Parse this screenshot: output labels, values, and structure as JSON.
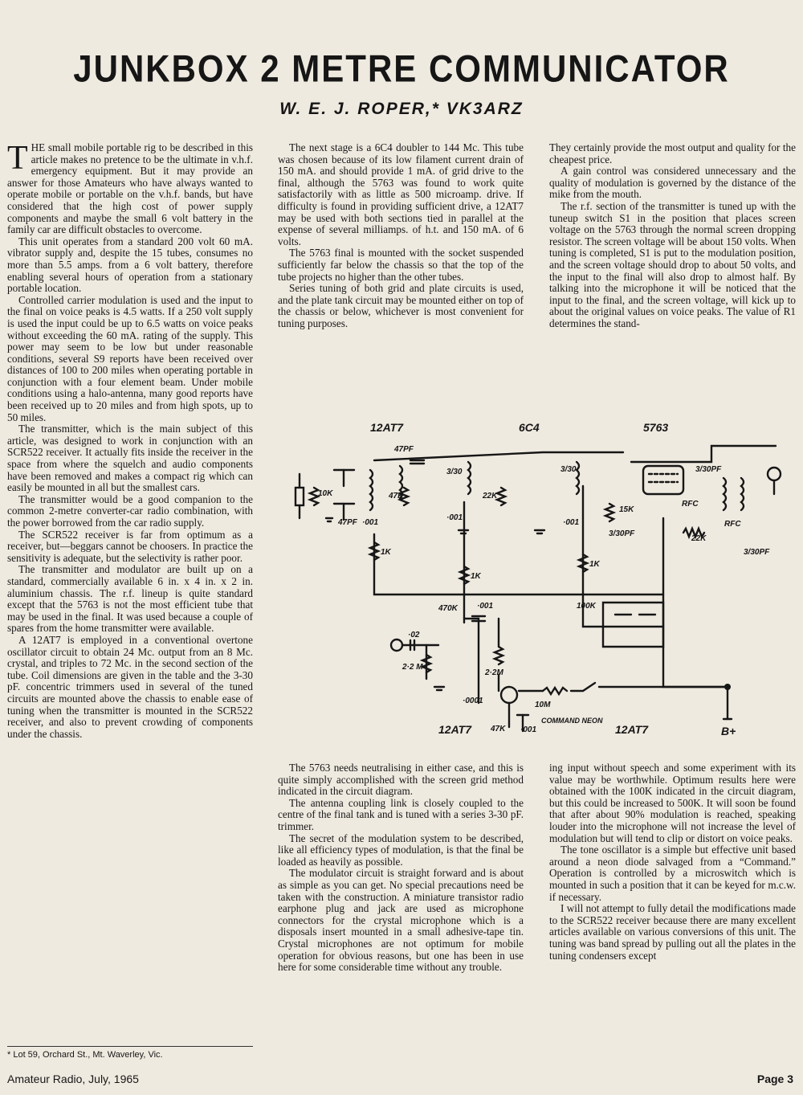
{
  "article": {
    "title": "JUNKBOX 2 METRE COMMUNICATOR",
    "byline": "W. E. J. ROPER,* VK3ARZ",
    "dropcap": "T",
    "col1_paragraphs": [
      "HE small mobile portable rig to be described in this article makes no pretence to be the ultimate in v.h.f. emergency equipment. But it may provide an answer for those Amateurs who have always wanted to operate mobile or portable on the v.h.f. bands, but have considered that the high cost of power supply components and maybe the small 6 volt battery in the family car are difficult obstacles to overcome.",
      "This unit operates from a standard 200 volt 60 mA. vibrator supply and, despite the 15 tubes, consumes no more than 5.5 amps. from a 6 volt battery, therefore enabling several hours of operation from a stationary portable location.",
      "Controlled carrier modulation is used and the input to the final on voice peaks is 4.5 watts. If a 250 volt supply is used the input could be up to 6.5 watts on voice peaks without exceeding the 60 mA. rating of the supply. This power may seem to be low but under reasonable conditions, several S9 reports have been received over distances of 100 to 200 miles when operating portable in conjunction with a four element beam. Under mobile conditions using a halo-antenna, many good reports have been received up to 20 miles and from high spots, up to 50 miles.",
      "The transmitter, which is the main subject of this article, was designed to work in conjunction with an SCR522 receiver. It actually fits inside the receiver in the space from where the squelch and audio components have been removed and makes a compact rig which can easily be mounted in all but the smallest cars.",
      "The transmitter would be a good companion to the common 2-metre converter-car radio combination, with the power borrowed from the car radio supply.",
      "The SCR522 receiver is far from optimum as a receiver, but—beggars cannot be choosers. In practice the sensitivity is adequate, but the selectivity is rather poor.",
      "The transmitter and modulator are built up on a standard, commercially available 6 in. x 4 in. x 2 in. aluminium chassis. The r.f. lineup is quite standard except that the 5763 is not the most efficient tube that may be used in the final. It was used because a couple of spares from the home transmitter were available.",
      "A 12AT7 is employed in a conventional overtone oscillator circuit to obtain 24 Mc. output from an 8 Mc. crystal, and triples to 72 Mc. in the second section of the tube. Coil dimensions are given in the table and the 3-30 pF. concentric trimmers used in several of the tuned circuits are mounted above the chassis to enable ease of tuning when the transmitter is mounted in the SCR522 receiver, and also to prevent crowding of components under the chassis."
    ],
    "col2_paragraphs": [
      "The next stage is a 6C4 doubler to 144 Mc. This tube was chosen because of its low filament current drain of 150 mA. and should provide 1 mA. of grid drive to the final, although the 5763 was found to work quite satisfactorily with as little as 500 microamp. drive. If difficulty is found in providing sufficient drive, a 12AT7 may be used with both sections tied in parallel at the expense of several milliamps. of h.t. and 150 mA. of 6 volts.",
      "The 5763 final is mounted with the socket suspended sufficiently far below the chassis so that the top of the tube projects no higher than the other tubes.",
      "Series tuning of both grid and plate circuits is used, and the plate tank circuit may be mounted either on top of the chassis or below, whichever is most convenient for tuning purposes."
    ],
    "col3_paragraphs": [
      "They certainly provide the most output and quality for the cheapest price.",
      "A gain control was considered unnecessary and the quality of modulation is governed by the distance of the mike from the mouth.",
      "The r.f. section of the transmitter is tuned up with the tuneup switch S1 in the position that places screen voltage on the 5763 through the normal screen dropping resistor. The screen voltage will be about 150 volts. When tuning is completed, S1 is put to the modulation position, and the screen voltage should drop to about 50 volts, and the input to the final will also drop to almost half. By talking into the microphone it will be noticed that the input to the final, and the screen voltage, will kick up to about the original values on voice peaks. The value of R1 determines the stand-"
    ],
    "col2b_paragraphs": [
      "The 5763 needs neutralising in either case, and this is quite simply accomplished with the screen grid method indicated in the circuit diagram.",
      "The antenna coupling link is closely coupled to the centre of the final tank and is tuned with a series 3-30 pF. trimmer.",
      "The secret of the modulation system to be described, like all efficiency types of modulation, is that the final be loaded as heavily as possible.",
      "The modulator circuit is straight forward and is about as simple as you can get. No special precautions need be taken with the construction. A miniature transistor radio earphone plug and jack are used as microphone connectors for the crystal microphone which is a disposals insert mounted in a small adhesive-tape tin. Crystal microphones are not optimum for mobile operation for obvious reasons, but one has been in use here for some considerable time without any trouble."
    ],
    "col3b_paragraphs": [
      "ing input without speech and some experiment with its value may be worthwhile. Optimum results here were obtained with the 100K indicated in the circuit diagram, but this could be increased to 500K. It will soon be found that after about 90% modulation is reached, speaking louder into the microphone will not increase the level of modulation but will tend to clip or distort on voice peaks.",
      "The tone oscillator is a simple but effective unit based around a neon diode salvaged from a “Command.” Operation is controlled by a microswitch which is mounted in such a position that it can be keyed for m.c.w. if necessary.",
      "I will not attempt to fully detail the modifications made to the SCR522 receiver because there are many excellent articles available on various conversions of this unit. The tuning was band spread by pulling out all the plates in the tuning condensers except"
    ],
    "footnote": "* Lot 59, Orchard St., Mt. Waverley, Vic.",
    "footer_left": "Amateur Radio, July, 1965",
    "footer_right": "Page 3"
  },
  "schematic": {
    "labels": {
      "tube1": "12AT7",
      "tube2": "6C4",
      "tube3": "5763",
      "tube4": "12AT7",
      "tube5": "12AT7",
      "c_47pf_top": "47PF",
      "r_10k": "10K",
      "r_47k": "47K",
      "c_3_30_a": "3/30",
      "c_001_a": "·001",
      "c_47pf_bot": "47PF",
      "c_001_b": "·001",
      "r_22k_a": "22K",
      "c_3_30_b": "3/30",
      "c_001_c": "·001",
      "r_15k": "15K",
      "c_3_30pf_a": "3/30PF",
      "c_3_30pf_b": "3/30PF",
      "rfc_a": "RFC",
      "rfc_b": "RFC",
      "r_22k_b": "22K",
      "c_3_30pf_c": "3/30PF",
      "r_1k_a": "1K",
      "r_1k_b": "1K",
      "r_1k_c": "1K",
      "r_470k": "470K",
      "c_001_d": "·001",
      "r_100k": "100K",
      "c_02": "·02",
      "r_2_2m_a": "2·2 M",
      "r_2_2m_b": "2·2M",
      "c_0001": "·0001",
      "r_10m": "10M",
      "r_47k_b": "47K",
      "c_001_e": "·001",
      "neon": "COMMAND NEON",
      "bplus": "B+"
    }
  }
}
